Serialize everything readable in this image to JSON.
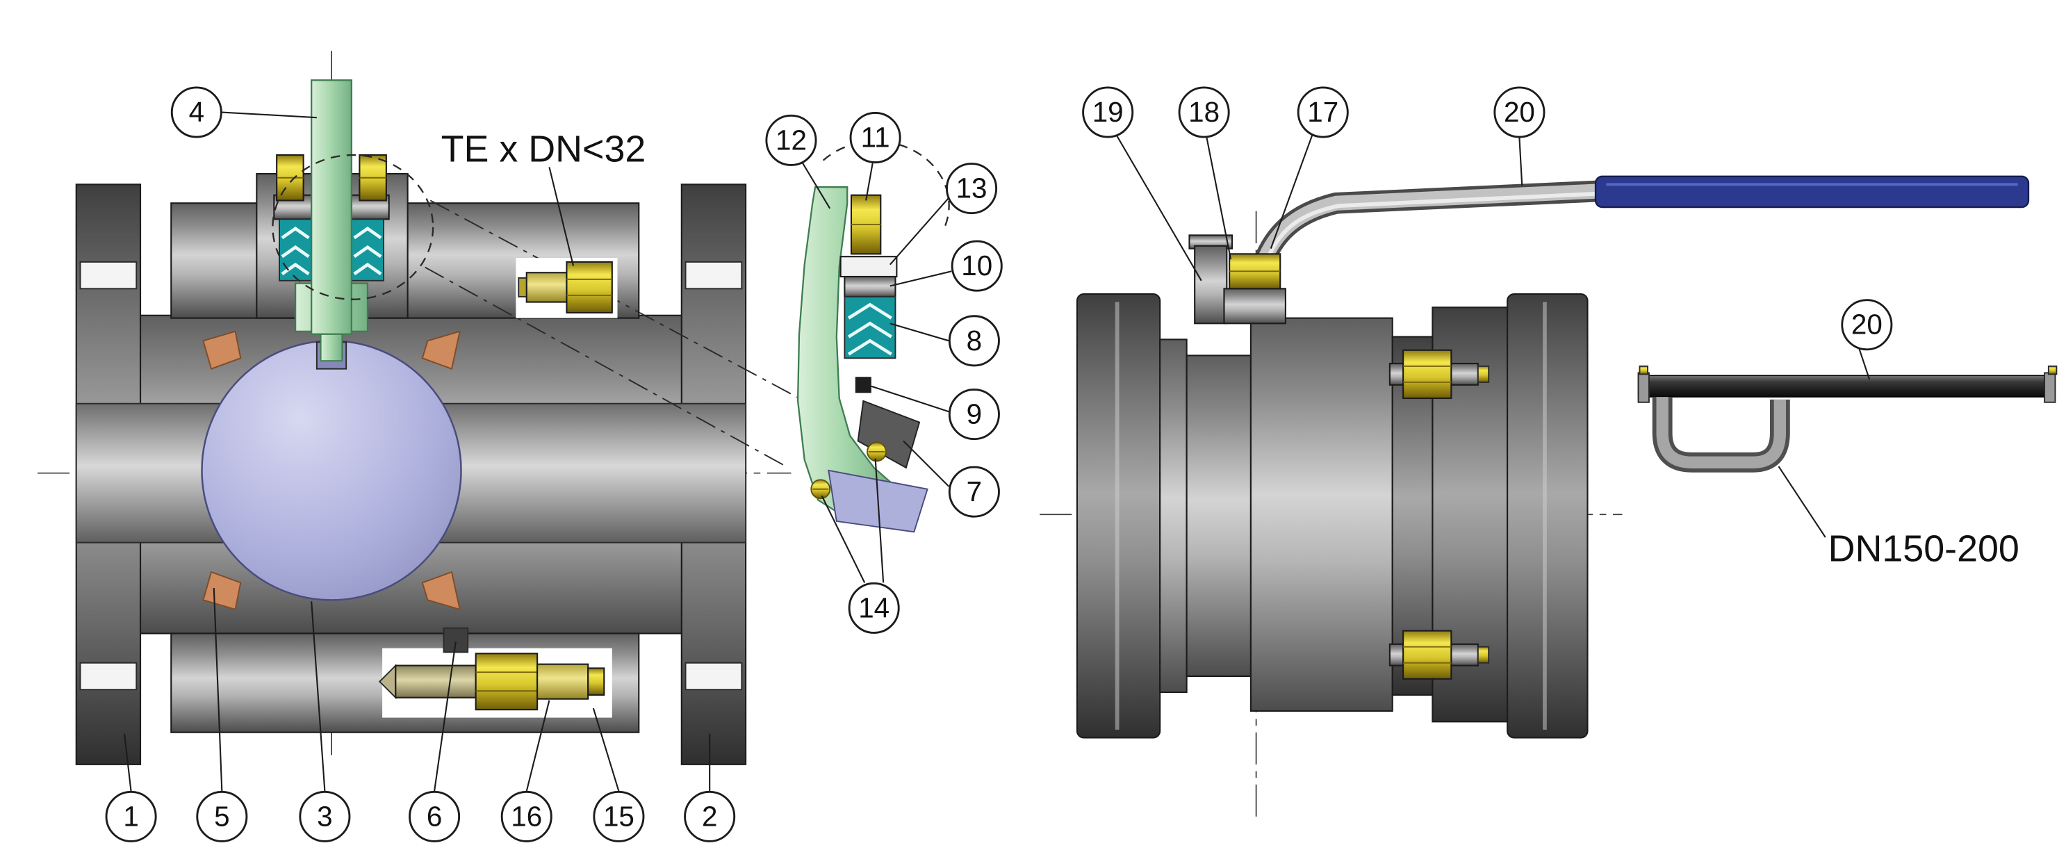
{
  "labels": {
    "te_note": "TE x DN<32",
    "dn_note": "DN150-200"
  },
  "callouts": {
    "1": "1",
    "2": "2",
    "3": "3",
    "4": "4",
    "5": "5",
    "6": "6",
    "7": "7",
    "8": "8",
    "9": "9",
    "10": "10",
    "11": "11",
    "12": "12",
    "13": "13",
    "14": "14",
    "15": "15",
    "16": "16",
    "17": "17",
    "18": "18",
    "19": "19",
    "20": "20"
  },
  "colors": {
    "stem_green": "#a9d8ae",
    "ball_lavender": "#aeb0dc",
    "brass_yellow": "#e4d33c",
    "packing_teal": "#14989d",
    "seat_orange": "#cf8a5e",
    "handle_blue": "#2b3a8f",
    "body_gray": "#9c9c9c",
    "outline": "#1c1c1c"
  }
}
